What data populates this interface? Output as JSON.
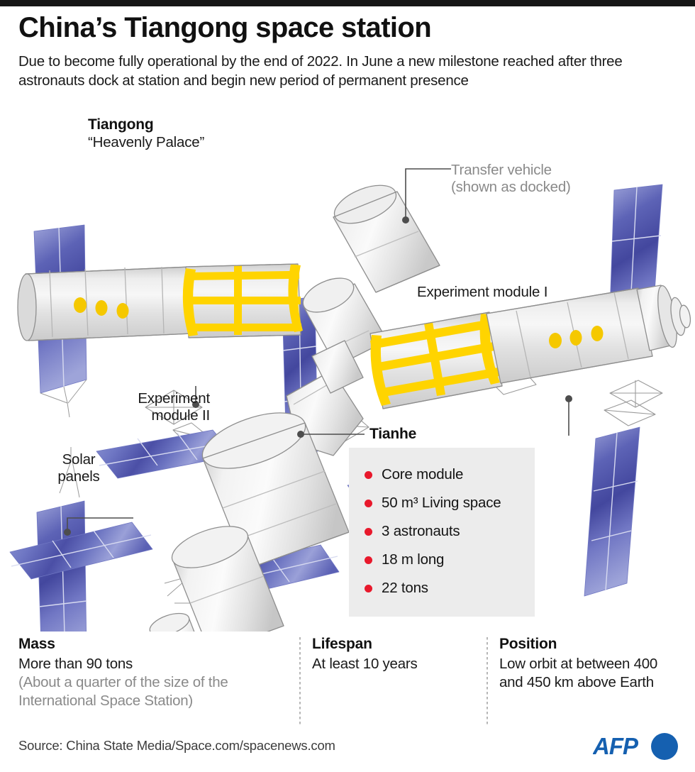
{
  "header": {
    "title": "China’s Tiangong space station",
    "subtitle": "Due to become fully operational by the end of 2022. In June a new milestone reached after three astronauts dock at station and begin new period of permanent presence"
  },
  "diagram": {
    "labels": {
      "tiangong_name": "Tiangong",
      "tiangong_translation": "“Heavenly Palace”",
      "transfer_vehicle": "Transfer vehicle",
      "transfer_vehicle_note": "(shown as docked)",
      "experiment_module_1": "Experiment  module I",
      "experiment_module_2_line1": "Experiment",
      "experiment_module_2_line2": "module II",
      "solar_panels_line1": "Solar",
      "solar_panels_line2": "panels",
      "tianhe": "Tianhe"
    },
    "colors": {
      "solar_panel_light": "#a8aedd",
      "solar_panel_dark": "#3f3f9e",
      "module_body": "#dcdcdc",
      "module_highlight": "#f4f4f4",
      "lattice_yellow": "#ffd400",
      "port_yellow": "#f5c800",
      "outline": "#8e8e8e"
    }
  },
  "tianhe_box": {
    "title": "Tianhe",
    "bullet_color": "#e8192c",
    "facts": [
      "Core module",
      "50 m³ Living space",
      "3 astronauts",
      "18 m long",
      "22 tons"
    ]
  },
  "stats": [
    {
      "heading": "Mass",
      "value": "More than 90 tons",
      "note_line1": "(About a quarter of the size of the",
      "note_line2": "International Space Station)"
    },
    {
      "heading": "Lifespan",
      "value": "At least 10 years",
      "note_line1": "",
      "note_line2": ""
    },
    {
      "heading": "Position",
      "value": "Low orbit at between 400 and 450 km above Earth",
      "note_line1": "",
      "note_line2": ""
    }
  ],
  "footer": {
    "source": "Source: China State Media/Space.com/spacenews.com",
    "logo_text": "AFP",
    "logo_color": "#1560b0"
  }
}
